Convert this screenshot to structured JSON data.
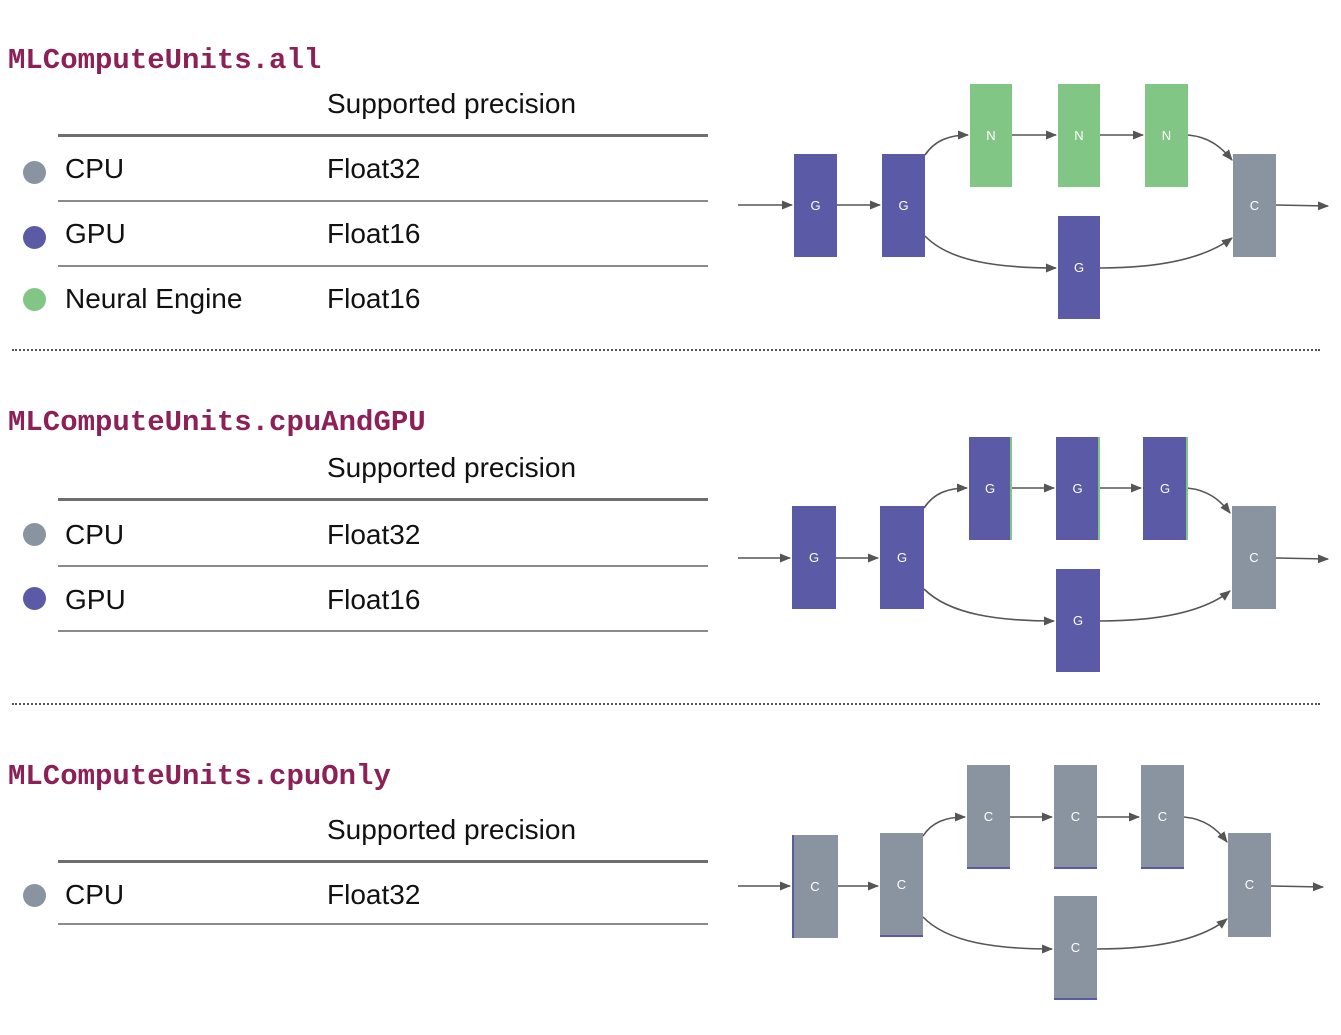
{
  "colors": {
    "cpu": "#8a94a0",
    "gpu": "#5b5aa6",
    "ne": "#82c686",
    "title": "#8b2157",
    "arrow": "#555555"
  },
  "sections": [
    {
      "title": "MLComputeUnits.all",
      "header": "Supported precision",
      "rows": [
        {
          "unit": "CPU",
          "precision": "Float32",
          "dot": "cpu"
        },
        {
          "unit": "GPU",
          "precision": "Float16",
          "dot": "gpu"
        },
        {
          "unit": "Neural Engine",
          "precision": "Float16",
          "dot": "ne"
        }
      ],
      "graph": {
        "in1": {
          "label": "G",
          "kind": "gpu"
        },
        "in2": {
          "label": "G",
          "kind": "gpu"
        },
        "top1": {
          "label": "N",
          "kind": "ne"
        },
        "top2": {
          "label": "N",
          "kind": "ne"
        },
        "top3": {
          "label": "N",
          "kind": "ne"
        },
        "bottom": {
          "label": "G",
          "kind": "gpu"
        },
        "out": {
          "label": "C",
          "kind": "cpu"
        }
      }
    },
    {
      "title": "MLComputeUnits.cpuAndGPU",
      "header": "Supported precision",
      "rows": [
        {
          "unit": "CPU",
          "precision": "Float32",
          "dot": "cpu"
        },
        {
          "unit": "GPU",
          "precision": "Float16",
          "dot": "gpu"
        }
      ],
      "graph": {
        "in1": {
          "label": "G",
          "kind": "gpu"
        },
        "in2": {
          "label": "G",
          "kind": "gpu"
        },
        "top1": {
          "label": "G",
          "kind": "gpu"
        },
        "top2": {
          "label": "G",
          "kind": "gpu"
        },
        "top3": {
          "label": "G",
          "kind": "gpu"
        },
        "bottom": {
          "label": "G",
          "kind": "gpu"
        },
        "out": {
          "label": "C",
          "kind": "cpu"
        }
      }
    },
    {
      "title": "MLComputeUnits.cpuOnly",
      "header": "Supported precision",
      "rows": [
        {
          "unit": "CPU",
          "precision": "Float32",
          "dot": "cpu"
        }
      ],
      "graph": {
        "in1": {
          "label": "C",
          "kind": "cpu"
        },
        "in2": {
          "label": "C",
          "kind": "cpu"
        },
        "top1": {
          "label": "C",
          "kind": "cpu"
        },
        "top2": {
          "label": "C",
          "kind": "cpu"
        },
        "top3": {
          "label": "C",
          "kind": "cpu"
        },
        "bottom": {
          "label": "C",
          "kind": "cpu"
        },
        "out": {
          "label": "C",
          "kind": "cpu"
        }
      }
    }
  ]
}
